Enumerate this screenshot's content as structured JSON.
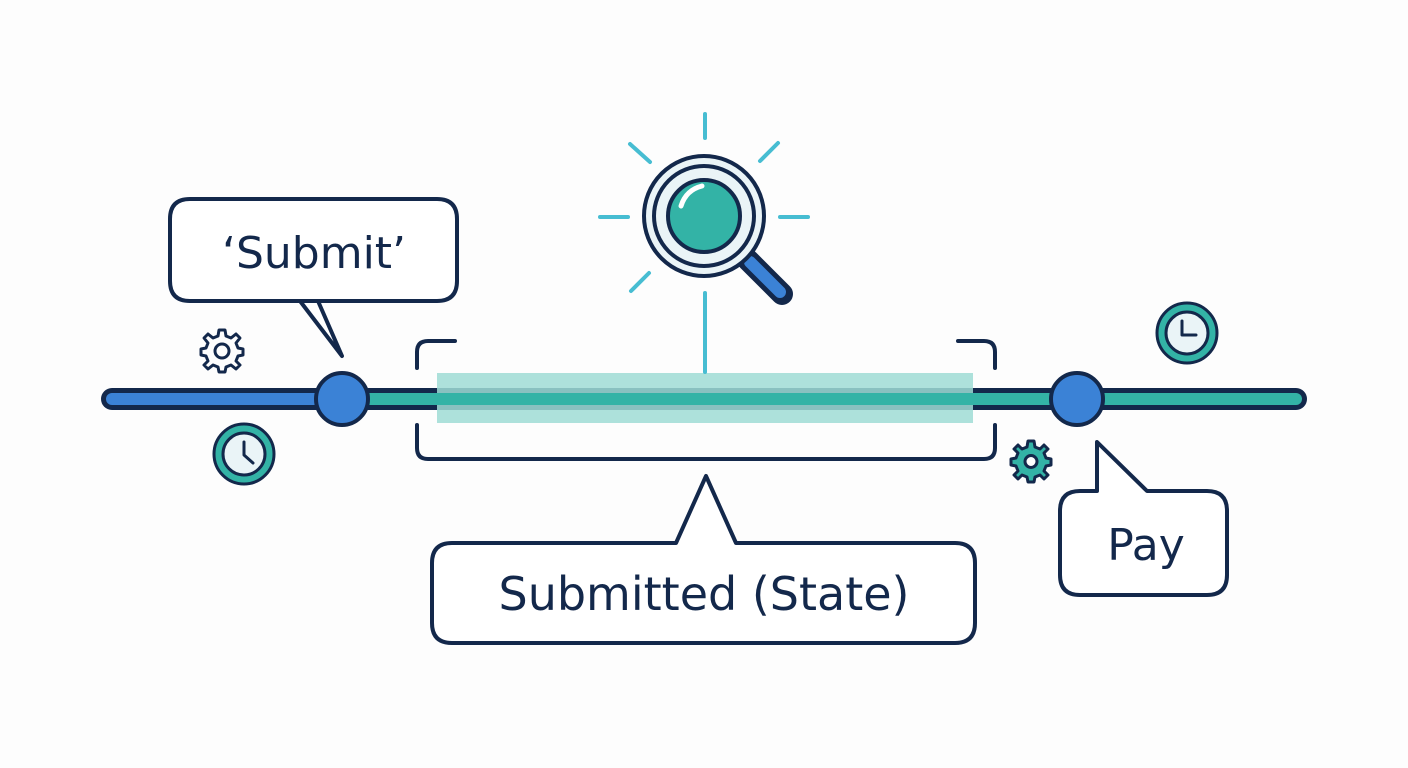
{
  "labels": {
    "submit_action": "‘Submit’",
    "state": "Submitted (State)",
    "pay_action": "Pay"
  },
  "colors": {
    "outline": "#13284b",
    "timeline_blue": "#3b82d6",
    "timeline_teal": "#33b3a6",
    "highlight": "#9fdcd5",
    "ray": "#47bdd2",
    "icon_fill": "#eaf4f7"
  },
  "icons": [
    "gear-icon",
    "clock-icon",
    "magnifier-icon"
  ]
}
